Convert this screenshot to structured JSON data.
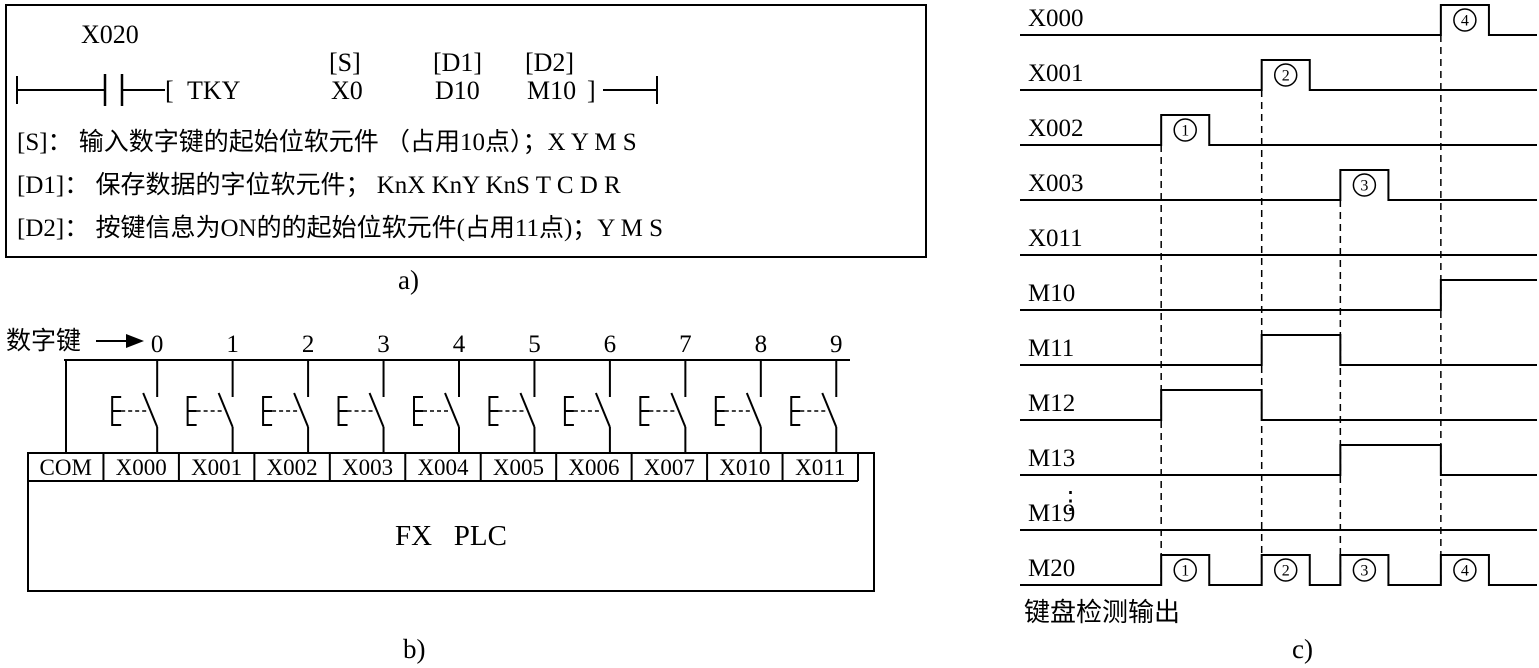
{
  "section_a": {
    "caption": "a)",
    "ladder": {
      "contact_label": "X020",
      "open_bracket": "[",
      "instruction": "TKY",
      "operand_s": "X0",
      "operand_d1": "D10",
      "operand_d2": "M10",
      "close_bracket": "]",
      "label_s": "[S]",
      "label_d1": "[D1]",
      "label_d2": "[D2]"
    },
    "descriptions": [
      "[S]： 输入数字键的起始位软元件 （占用10点）；X Y M S",
      "[D1]： 保存数据的字位软元件； KnX KnY KnS T C D R",
      "[D2]： 按键信息为ON的的起始位软元件(占用11点)；Y M S"
    ]
  },
  "section_b": {
    "caption": "b)",
    "keys_label": "数字键",
    "keys": [
      "0",
      "1",
      "2",
      "3",
      "4",
      "5",
      "6",
      "7",
      "8",
      "9"
    ],
    "terminals": [
      "COM",
      "X000",
      "X001",
      "X002",
      "X003",
      "X004",
      "X005",
      "X006",
      "X007",
      "X010",
      "X011"
    ],
    "plc_label": "FX   PLC"
  },
  "section_c": {
    "caption": "c)",
    "bottom_label": "键盘检测输出",
    "ellipsis": "⋮",
    "row_spacing": 55,
    "pulse_edges_pct": [
      [
        14,
        25
      ],
      [
        37,
        48
      ],
      [
        55,
        66
      ],
      [
        78,
        89
      ]
    ],
    "signals": [
      {
        "name": "X000",
        "type": "pulse",
        "pulse": 3,
        "marker": "4"
      },
      {
        "name": "X001",
        "type": "pulse",
        "pulse": 1,
        "marker": "2"
      },
      {
        "name": "X002",
        "type": "pulse",
        "pulse": 0,
        "marker": "1"
      },
      {
        "name": "X003",
        "type": "pulse",
        "pulse": 2,
        "marker": "3"
      },
      {
        "name": "X011",
        "type": "flat"
      },
      {
        "name": "M10",
        "type": "step",
        "rise_pulse": 3
      },
      {
        "name": "M11",
        "type": "hold",
        "rise_pulse": 1,
        "fall_pulse": 2
      },
      {
        "name": "M12",
        "type": "hold",
        "rise_pulse": 0,
        "fall_pulse": 1
      },
      {
        "name": "M13",
        "type": "hold",
        "rise_pulse": 2,
        "fall_pulse": 3
      },
      {
        "name": "M19",
        "type": "flat"
      },
      {
        "name": "M20",
        "type": "pulses",
        "pulses": [
          0,
          1,
          2,
          3
        ],
        "markers": [
          "1",
          "2",
          "3",
          "4"
        ]
      }
    ],
    "dashed_lines": [
      {
        "pulse": 0,
        "from_signal": "X002"
      },
      {
        "pulse": 1,
        "from_signal": "X001"
      },
      {
        "pulse": 2,
        "from_signal": "X003"
      },
      {
        "pulse": 3,
        "from_signal": "X000"
      }
    ]
  }
}
